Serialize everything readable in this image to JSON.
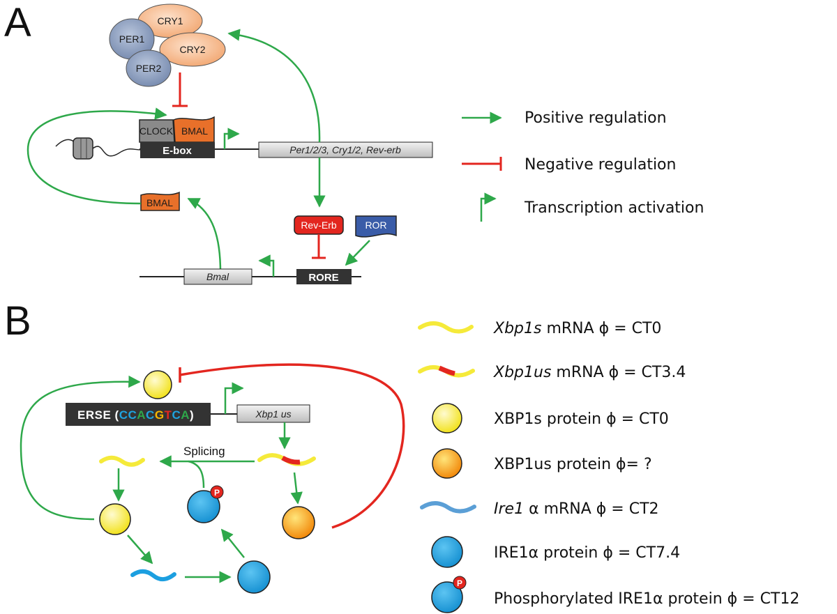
{
  "panels": {
    "a": "A",
    "b": "B"
  },
  "proteins": {
    "cry1": "CRY1",
    "per1": "PER1",
    "cry2": "CRY2",
    "per2": "PER2",
    "clock": "CLOCK",
    "bmal_top": "BMAL",
    "bmal_mid": "BMAL",
    "rev_erb": "Rev-Erb",
    "ror": "ROR"
  },
  "elements": {
    "ebox": "E-box",
    "targets": "Per1/2/3, Cry1/2, Rev-erb",
    "bmal_gene": "Bmal",
    "rore": "RORE",
    "erse_prefix": "ERSE (",
    "erse_seq": [
      {
        "c": "C",
        "color": "#1fa3e0"
      },
      {
        "c": "C",
        "color": "#1fa3e0"
      },
      {
        "c": "A",
        "color": "#2ea84a"
      },
      {
        "c": "C",
        "color": "#1fa3e0"
      },
      {
        "c": "G",
        "color": "#f7b500"
      },
      {
        "c": "T",
        "color": "#e3261f"
      },
      {
        "c": "C",
        "color": "#1fa3e0"
      },
      {
        "c": "A",
        "color": "#2ea84a"
      }
    ],
    "erse_suffix": ")",
    "xbp1us_gene": "Xbp1 us",
    "splicing": "Splicing",
    "phospho": "P"
  },
  "legend_a": {
    "positive": "Positive regulation",
    "negative": "Negative regulation",
    "transcription": "Transcription activation"
  },
  "legend_b": [
    {
      "italic": "Xbp1s",
      "rest": " mRNA ϕ = CT0"
    },
    {
      "italic": "Xbp1us",
      "rest": " mRNA ϕ = CT3.4"
    },
    {
      "italic": "",
      "rest": "XBP1s protein ϕ = CT0"
    },
    {
      "italic": "",
      "rest": "XBP1us protein ϕ= ?"
    },
    {
      "italic": "Ire1",
      "rest": " α mRNA ϕ = CT2"
    },
    {
      "italic": "",
      "rest": "IRE1α protein ϕ = CT7.4"
    },
    {
      "italic": "",
      "rest": "Phosphorylated IRE1α protein ϕ = CT12"
    }
  ],
  "colors": {
    "positive": "#2ea84a",
    "negative": "#e3261f",
    "box_dark": "#333333",
    "gene_box": "#dcdcdc",
    "bmal_orange": "#e8702a",
    "cry_peach": "#f6b98f",
    "per_blue": "#8e9fc0",
    "rev_erb_red": "#e3261f",
    "ror_blue": "#3a5ca8",
    "xbp1s_yellow": "#f5ea3a",
    "xbp1us_orange": "#f9a818",
    "ire1_blue": "#1c9fe0"
  }
}
